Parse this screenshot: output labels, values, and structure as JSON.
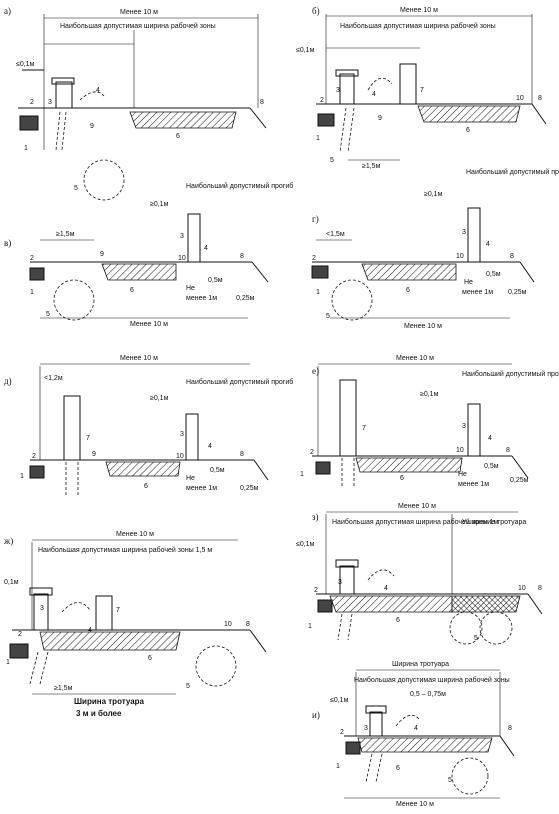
{
  "panels": [
    {
      "id": "a",
      "letter": "а)",
      "labels": [
        "Менее 10 м",
        "Наибольшая допустимая ширина рабочей зоны",
        "≤0,1м",
        "2",
        "3",
        "4",
        "9",
        "6",
        "8",
        "1",
        "5"
      ]
    },
    {
      "id": "b",
      "letter": "б)",
      "labels": [
        "Менее 10 м",
        "Наибольшая допустимая ширина рабочей зоны",
        "≤0,1м",
        "3",
        "4",
        "7",
        "10",
        "8",
        "2",
        "9",
        "6",
        "1",
        "5",
        "≥1,5м"
      ]
    },
    {
      "id": "v",
      "letter": "в)",
      "labels": [
        "Наибольший допустимый прогиб",
        "≥0,1м",
        "≥1,5м",
        "2",
        "9",
        "6",
        "10",
        "3",
        "4",
        "8",
        "Не",
        "менее 1м",
        "0,5м",
        "0,25м",
        "Менее 10 м",
        "1",
        "5"
      ]
    },
    {
      "id": "g",
      "letter": "г)",
      "labels": [
        "Наибольший допустимый прогиб",
        "≥0,1м",
        "<1,5м",
        "2",
        "6",
        "3",
        "10",
        "4",
        "8",
        "Не",
        "менее 1м",
        "0,5м",
        "0,25м",
        "Менее 10 м",
        "1",
        "5"
      ]
    },
    {
      "id": "d",
      "letter": "д)",
      "labels": [
        "Менее 10 м",
        "<1,2м",
        "Наибольший допустимый прогиб",
        "≥0,1м",
        "7",
        "2",
        "9",
        "6",
        "10",
        "3",
        "4",
        "8",
        "Не",
        "менее 1м",
        "0,5м",
        "0,25м",
        "1"
      ]
    },
    {
      "id": "e",
      "letter": "е)",
      "labels": [
        "Менее 10 м",
        "7",
        "Наибольший допустимый прогиб",
        "≥0,1м",
        "2",
        "6",
        "10",
        "3",
        "4",
        "8",
        "Не",
        "менее 1м",
        "0,5м",
        "0,25м",
        "1"
      ]
    },
    {
      "id": "zh",
      "letter": "ж)",
      "labels": [
        "Менее 10 м",
        "Наибольшая допустимая ширина рабочей зоны 1,5 м",
        "0,1м",
        "3",
        "4",
        "7",
        "2",
        "10",
        "8",
        "6",
        "1",
        "5",
        "≥1,5м",
        "Ширина тротуара",
        "3 м и более"
      ]
    },
    {
      "id": "z",
      "letter": "з)",
      "labels": [
        "Менее 10 м",
        "Наибольшая допустимая ширина рабочей зоны 1м",
        "≤0,1м",
        "Уширение тротуара",
        "3",
        "4",
        "10",
        "8",
        "2",
        "6",
        "1",
        "5"
      ]
    },
    {
      "id": "i",
      "letter": "и)",
      "labels": [
        "Ширина тротуара",
        "Наибольшая допустимая ширина рабочей зоны",
        "≤0,1м",
        "0,5 – 0,75м",
        "3",
        "4",
        "8",
        "2",
        "1",
        "6",
        "5",
        "Менее 10 м"
      ]
    }
  ]
}
